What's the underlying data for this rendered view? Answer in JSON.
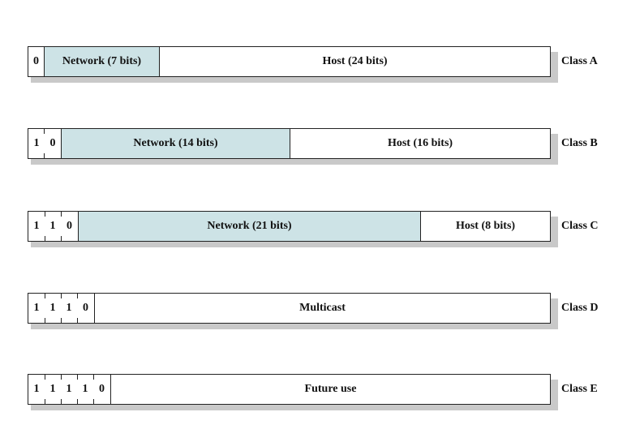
{
  "classes": [
    {
      "name": "Class A",
      "bits": [
        "0"
      ],
      "network": "Network (7 bits)",
      "host": "Host (24 bits)"
    },
    {
      "name": "Class B",
      "bits": [
        "1",
        "0"
      ],
      "network": "Network (14 bits)",
      "host": "Host (16 bits)"
    },
    {
      "name": "Class C",
      "bits": [
        "1",
        "1",
        "0"
      ],
      "network": "Network (21 bits)",
      "host": "Host (8 bits)"
    },
    {
      "name": "Class D",
      "bits": [
        "1",
        "1",
        "1",
        "0"
      ],
      "rest": "Multicast"
    },
    {
      "name": "Class E",
      "bits": [
        "1",
        "1",
        "1",
        "1",
        "0"
      ],
      "rest": "Future use"
    }
  ],
  "colors": {
    "network_fill": "#cde3e6",
    "border": "#222222",
    "shadow": "#c9c9c9"
  }
}
